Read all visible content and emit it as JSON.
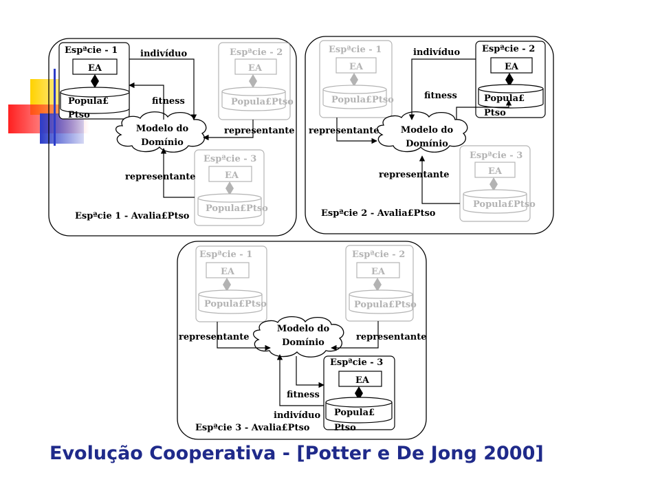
{
  "title": "Evolução Cooperativa - [Potter e De Jong 2000]",
  "labels": {
    "especie1": "Espªcie - 1",
    "especie2": "Espªcie - 2",
    "especie3": "Espªcie - 3",
    "ea": "EA",
    "popula_full": "Popula£Ptso",
    "popula_line1": "Popula£",
    "popula_line2": "Ptso",
    "individuo": "indivíduo",
    "fitness": "fitness",
    "representante": "representante",
    "modelo_line1": "Modelo do",
    "modelo_line2": "Domínio"
  },
  "panels": {
    "p1": "Espªcie 1 - Avalia£Ptso",
    "p2": "Espªcie 2 - Avalia£Ptso",
    "p3": "Espªcie 3 - Avalia£Ptso"
  },
  "colors": {
    "title": "#1f2a8a",
    "active": "#000000",
    "inactive": "#b3b3b3",
    "logo_yellow": "#ffd200",
    "logo_red": "#ff2a2a",
    "logo_blue": "#2b3cc8"
  }
}
